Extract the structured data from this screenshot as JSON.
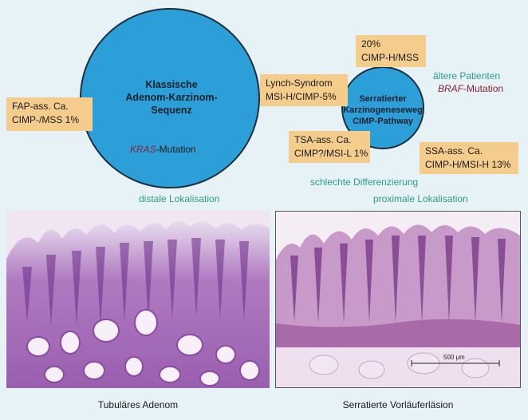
{
  "circles": {
    "large": {
      "title_lines": [
        "Klassische",
        "Adenom-Karzinom-",
        "Sequenz"
      ],
      "mutation_gene": "KRAS",
      "mutation_suffix": "-Mutation"
    },
    "small": {
      "title_lines": [
        "Serratierter",
        "Karzinogeneseweg",
        "CIMP-Pathway"
      ]
    }
  },
  "boxes": {
    "fap": [
      "FAP-ass. Ca.",
      "CIMP-/MSS 1%"
    ],
    "lynch": [
      "Lynch-Syndrom",
      "MSI-H/CIMP-5%"
    ],
    "top": [
      "20%",
      "CIMP-H/MSS"
    ],
    "tsa": [
      "TSA-ass. Ca.",
      "CIMP?/MSI-L 1%"
    ],
    "ssa": [
      "SSA-ass. Ca.",
      "CIMP-H/MSI-H 13%"
    ]
  },
  "labels": {
    "older_patients": "ältere Patienten",
    "braf_gene": "BRAF",
    "braf_suffix": "-Mutation",
    "poor_diff": "schlechte Differenzierung",
    "distal": "distale Lokalisation",
    "proximal": "proximale Lokalisation"
  },
  "panels": {
    "left_caption": "Tubuläres Adenom",
    "right_caption": "Serratierte Vorläuferläsion",
    "scale_label": "500 µm"
  },
  "colors": {
    "background": "#e7f2f6",
    "circle": "#2d9fd8",
    "box": "#f4cc8c",
    "teal_text": "#2b9a8c",
    "mutation_text": "#8a1f3a"
  }
}
